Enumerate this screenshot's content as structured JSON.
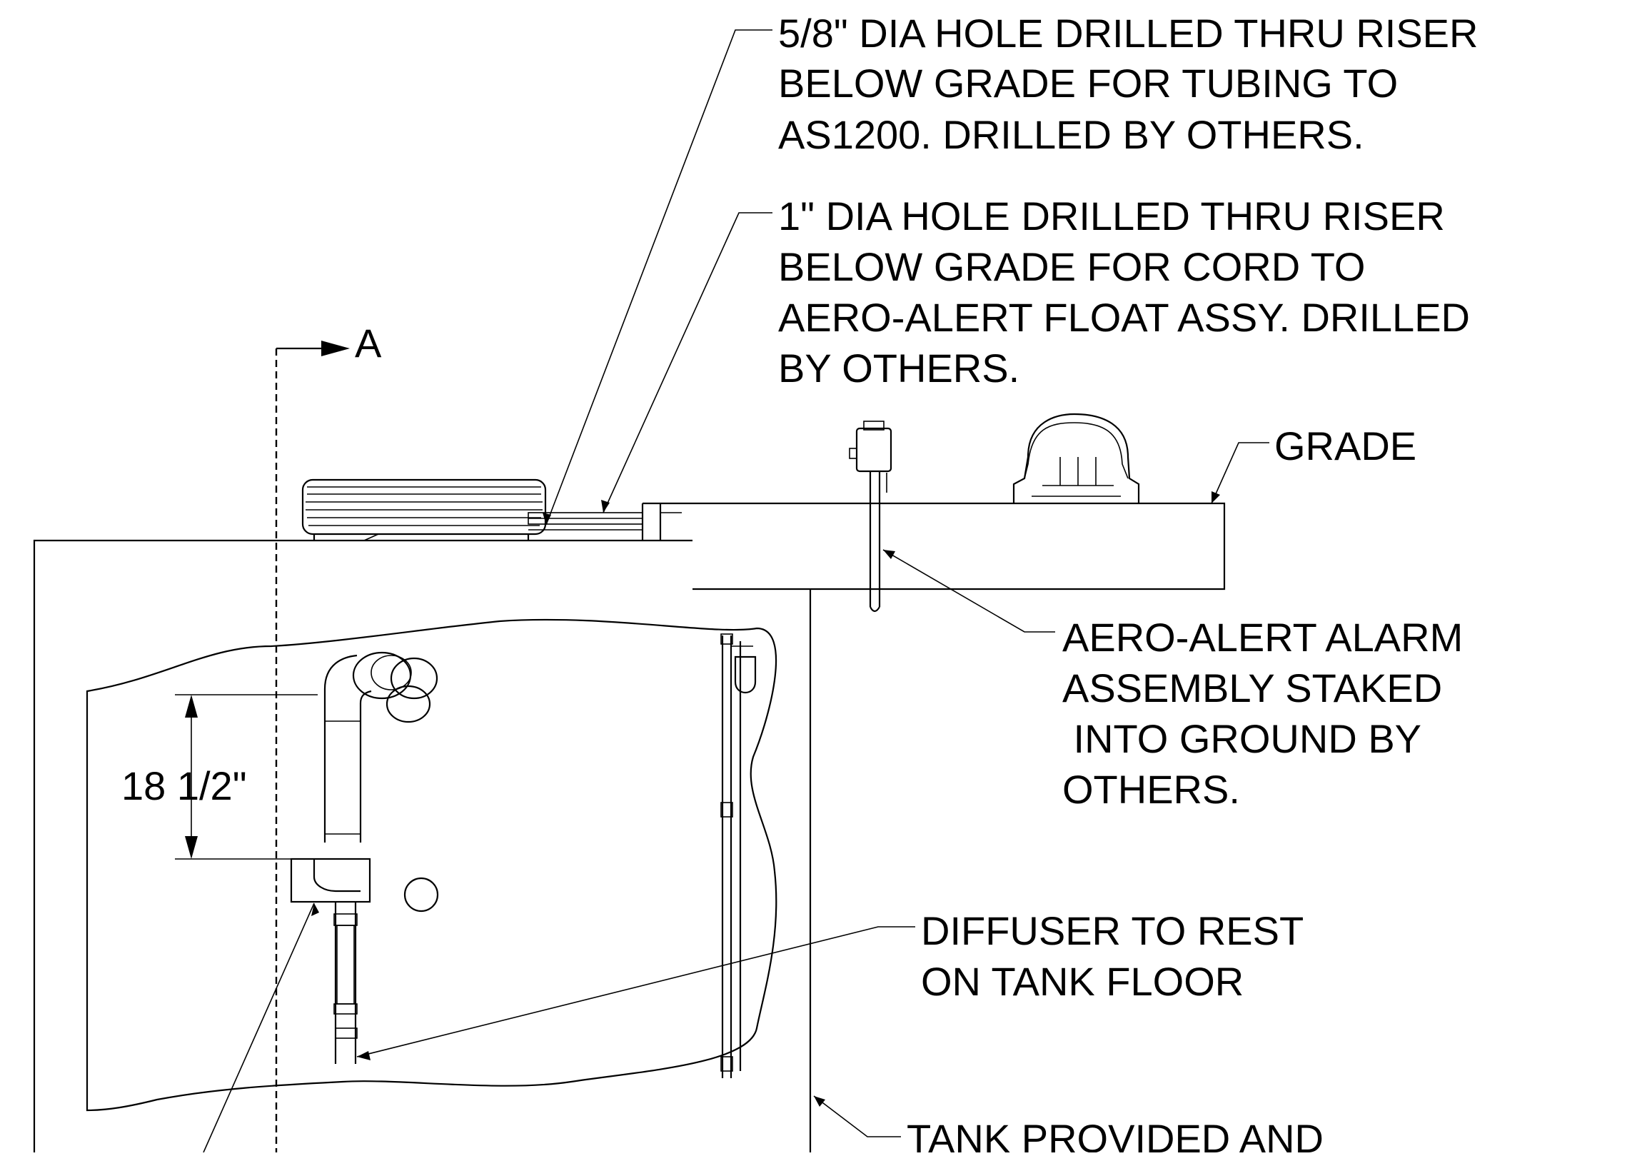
{
  "callouts": {
    "tubing_hole": [
      "5/8\" DIA HOLE DRILLED THRU RISER",
      "BELOW GRADE FOR TUBING TO",
      "AS1200.  DRILLED BY OTHERS."
    ],
    "cord_hole": [
      "1\" DIA HOLE DRILLED THRU RISER",
      "BELOW GRADE FOR CORD TO",
      "AERO-ALERT FLOAT ASSY.  DRILLED",
      "BY OTHERS."
    ],
    "grade": [
      "GRADE"
    ],
    "alarm": [
      "AERO-ALERT ALARM",
      "ASSEMBLY STAKED",
      " INTO GROUND BY",
      "OTHERS."
    ],
    "diffuser": [
      "DIFFUSER TO REST",
      "ON TANK FLOOR"
    ],
    "tank": [
      "TANK PROVIDED AND"
    ]
  },
  "section_marker": "A",
  "dimension": "18 1/2\""
}
